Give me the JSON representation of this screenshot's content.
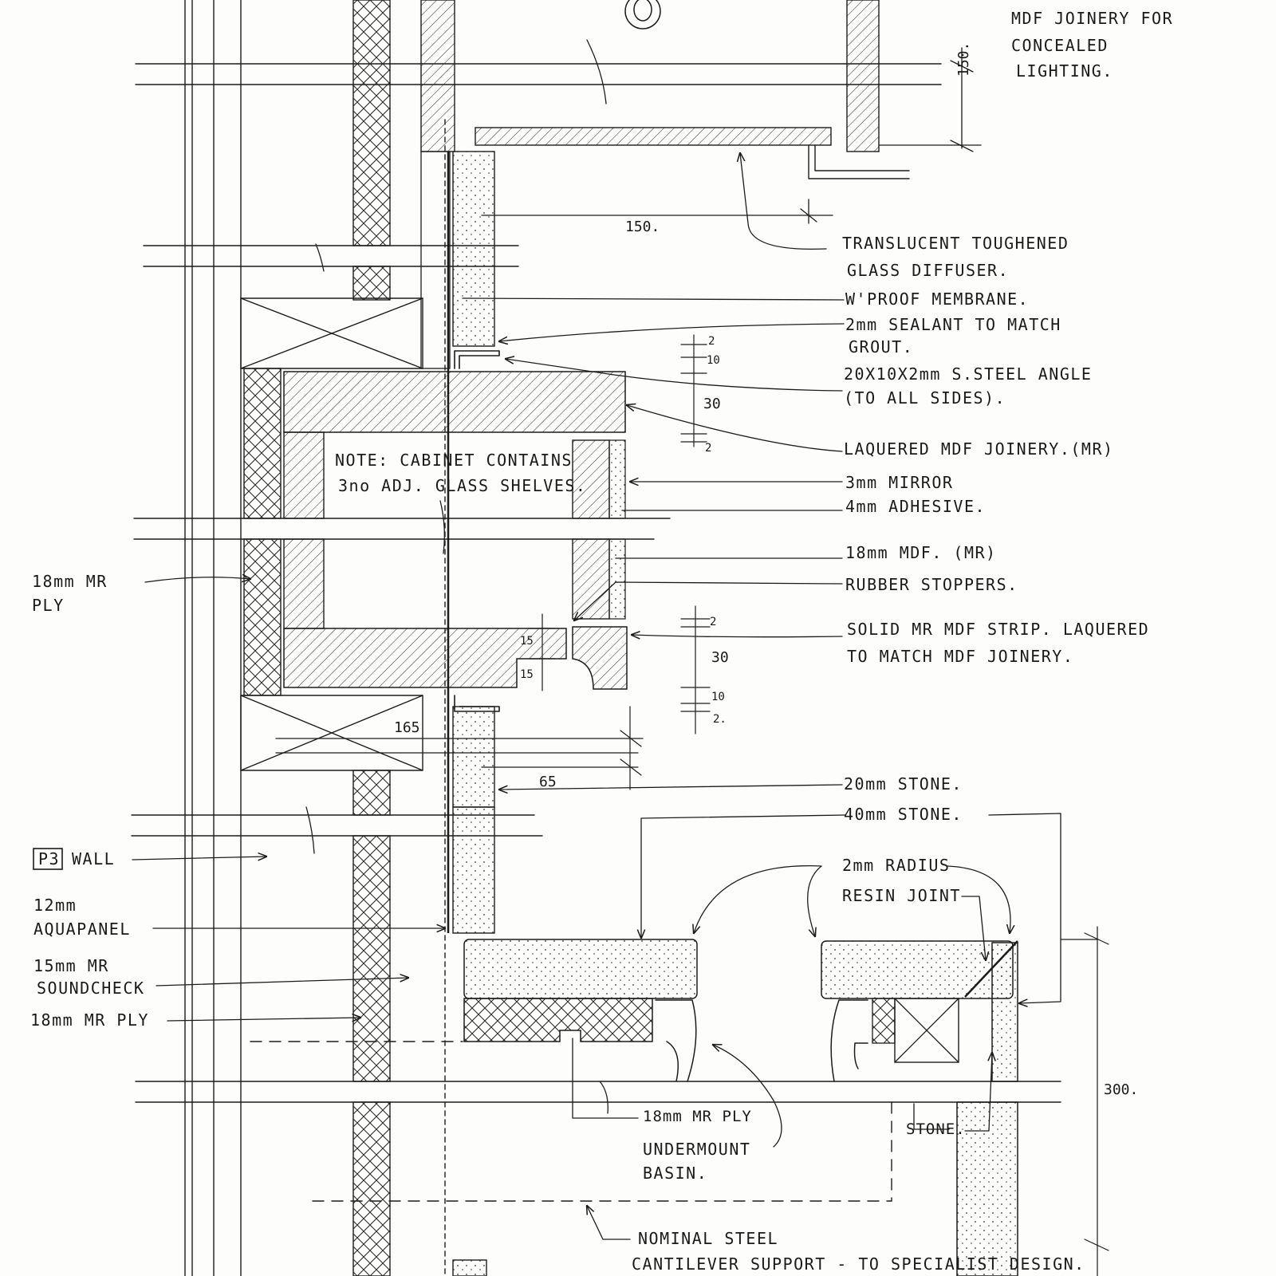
{
  "labels": {
    "mdf_joinery_lighting": [
      "MDF JOINERY FOR",
      "CONCEALED",
      "LIGHTING."
    ],
    "glass_diffuser": [
      "TRANSLUCENT  TOUGHENED",
      "GLASS  DIFFUSER."
    ],
    "wproof_membrane": "W'PROOF  MEMBRANE.",
    "sealant": [
      "2mm  SEALANT  TO  MATCH",
      "GROUT."
    ],
    "steel_angle": [
      "20X10X2mm  S.STEEL ANGLE",
      "(TO ALL  SIDES)."
    ],
    "laquered_mdf": "LAQUERED MDF  JOINERY.(MR)",
    "mirror": "3mm  MIRROR",
    "adhesive": "4mm  ADHESIVE.",
    "mdf_18": "18mm  MDF. (MR)",
    "rubber_stoppers": "RUBBER  STOPPERS.",
    "solid_strip": [
      "SOLID MR MDF STRIP.  LAQUERED",
      "TO  MATCH   MDF   JOINERY."
    ],
    "stone_20": "20mm  STONE.",
    "stone_40": "40mm  STONE.",
    "resin_joint": [
      "2mm  RADIUS",
      "RESIN JOINT"
    ],
    "mr_ply_18_left": [
      "18mm  MR",
      "PLY"
    ],
    "p3_tag": "P3",
    "p3_wall": "WALL",
    "aquapanel": [
      "12mm",
      "AQUAPANEL"
    ],
    "soundcheck": [
      "15mm  MR",
      "SOUNDCHECK"
    ],
    "mr_ply_18_bottom": "18mm  MR PLY",
    "mr_ply_basin": "18mm  MR PLY",
    "undermount_basin": [
      "UNDERMOUNT",
      "BASIN."
    ],
    "stone_small": "STONE.",
    "cabinet_note": [
      "NOTE: CABINET CONTAINS",
      "3no  ADJ.  GLASS SHELVES."
    ],
    "cantilever": [
      "NOMINAL   STEEL",
      "CANTILEVER  SUPPORT - TO   SPECIALIST  DESIGN."
    ]
  },
  "dimensions": {
    "d150_vertical": "150.",
    "d150_horizontal": "150.",
    "d2_top": "2",
    "d10_top": "10",
    "d30_top": "30",
    "d2_top_b": "2",
    "d15_a": "15",
    "d15_b": "15",
    "d2_mid": "2",
    "d30_mid": "30",
    "d10_mid": "10",
    "d2_mid_b": "2.",
    "d165": "165",
    "d65": "65",
    "d300": "300."
  }
}
